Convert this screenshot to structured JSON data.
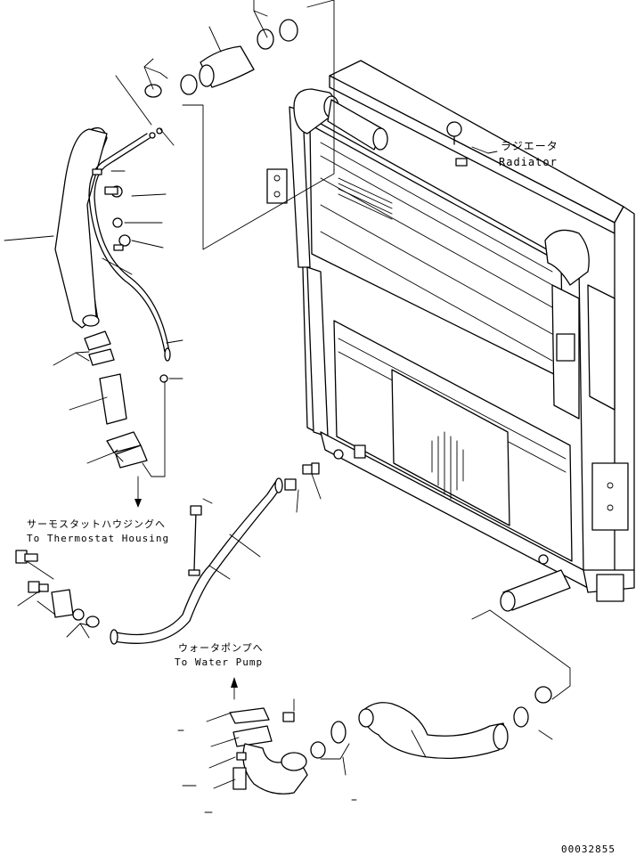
{
  "labels": {
    "radiator_jp": "ラジエータ",
    "radiator_en": "Radiator",
    "thermostat_jp": "サーモスタットハウジングへ",
    "thermostat_en": "To Thermostat Housing",
    "waterpump_jp": "ウォータポンプへ",
    "waterpump_en": "To Water Pump",
    "drawing_number": "00032855"
  }
}
